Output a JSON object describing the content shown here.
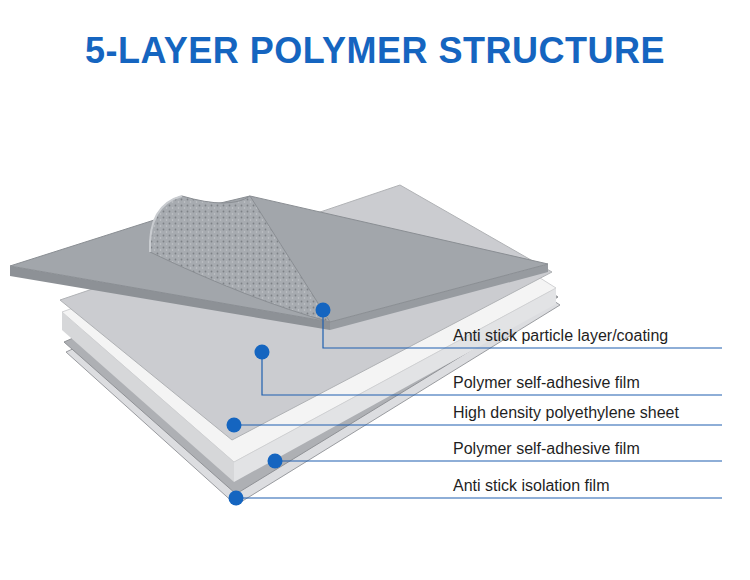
{
  "diagram": {
    "title": "5-LAYER POLYMER STRUCTURE",
    "labels": [
      "Anti stick particle layer/coating",
      "Polymer self-adhesive film",
      "High density polyethylene sheet",
      "Polymer self-adhesive film",
      "Anti stick isolation film"
    ]
  }
}
